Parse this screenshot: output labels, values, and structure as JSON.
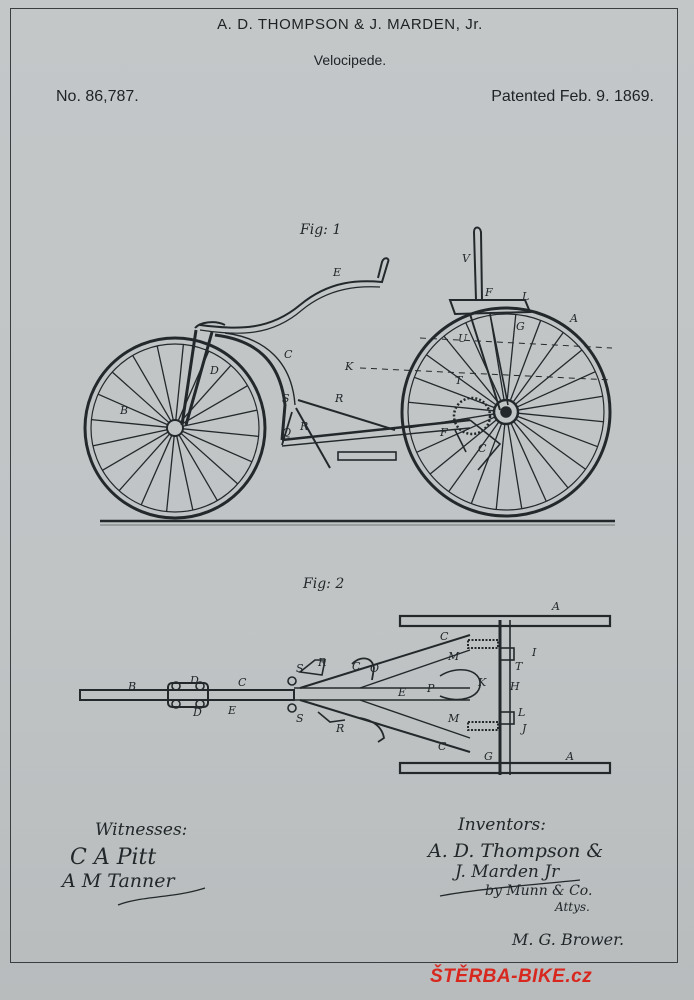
{
  "header": {
    "inventors": "A. D. THOMPSON & J. MARDEN, Jr.",
    "title": "Velocipede.",
    "patent_number": "No. 86,787.",
    "patent_date": "Patented Feb. 9. 1869."
  },
  "figures": {
    "fig1_label": "Fig: 1",
    "fig2_label": "Fig: 2",
    "fig1_letters": [
      "E",
      "V",
      "F",
      "L",
      "A",
      "G",
      "D",
      "C",
      "U",
      "K",
      "T",
      "B",
      "S",
      "R",
      "Q",
      "R",
      "F",
      "C"
    ],
    "fig2_letters": [
      "A",
      "B",
      "D",
      "D",
      "C",
      "E",
      "S",
      "R",
      "C",
      "O",
      "E",
      "P",
      "S",
      "R",
      "C",
      "M",
      "I",
      "T",
      "K",
      "H",
      "M",
      "L",
      "J",
      "C",
      "G",
      "A"
    ]
  },
  "witnesses": {
    "heading": "Witnesses:",
    "names": [
      "C A Pitt",
      "A M Tanner"
    ]
  },
  "inventors_sig": {
    "heading": "Inventors:",
    "lines": [
      "A. D. Thompson &",
      "J. Marden Jr",
      "by Munn & Co.",
      "Attys."
    ]
  },
  "witness_extra": "M. G. Brower.",
  "watermark": {
    "text_main": "ŠTĚRBA",
    "text_sep": "-",
    "text_tail": "BIKE.cz"
  },
  "colors": {
    "paper": "#c1c5c6",
    "ink": "#1e2224",
    "watermark": "#d8271e"
  }
}
